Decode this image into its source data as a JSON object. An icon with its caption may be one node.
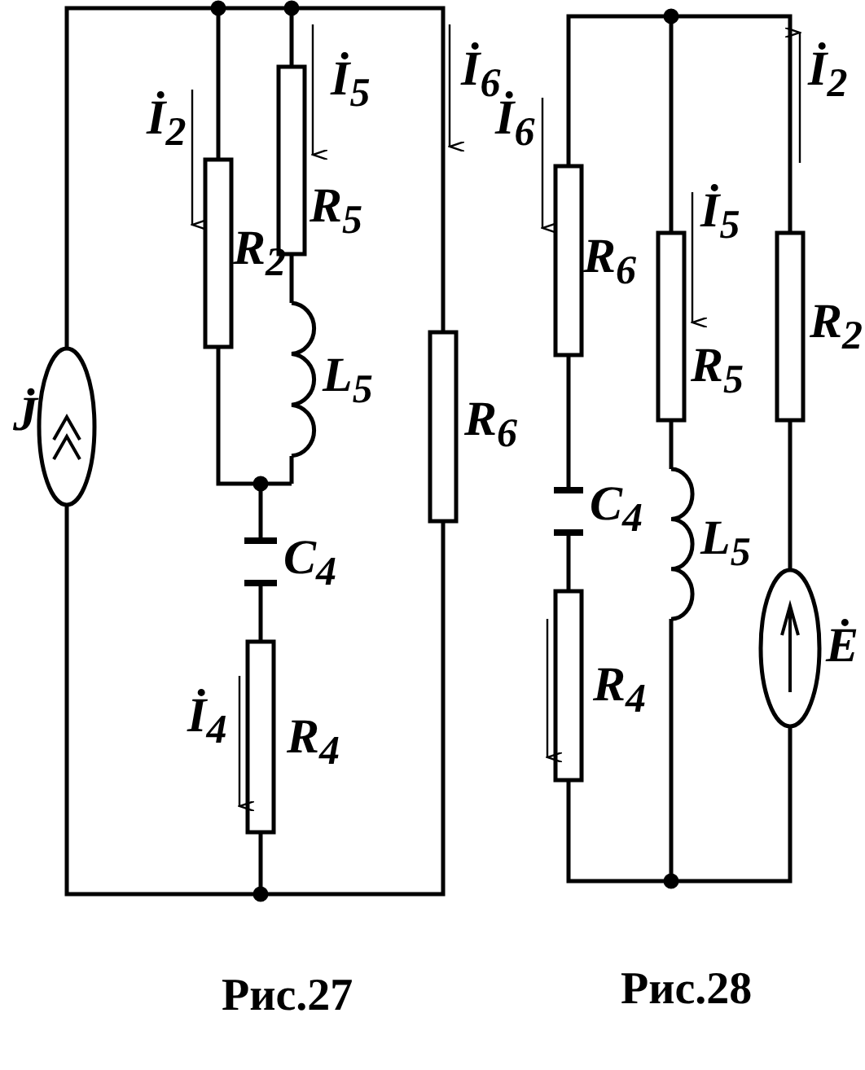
{
  "diagram": {
    "labels": [
      "İ$_{2}$",
      "İ$_{5}$",
      "İ$_{6}$",
      "R$_{5}$",
      "R$_{2}$",
      "L$_{5}$",
      "R$_{6}$",
      "J̇",
      "C$_{4}$",
      "İ$_{4}$",
      "R$_{4}$",
      "İ$_{6}$",
      "İ$_{2}$",
      "İ$_{5}$",
      "R$_{6}$",
      "R$_{5}$",
      "R$_{2}$",
      "C$_{4}$",
      "L$_{5}$",
      "Ė",
      "R$_{4}$",
      "Рис.27",
      "Рис.28"
    ]
  }
}
